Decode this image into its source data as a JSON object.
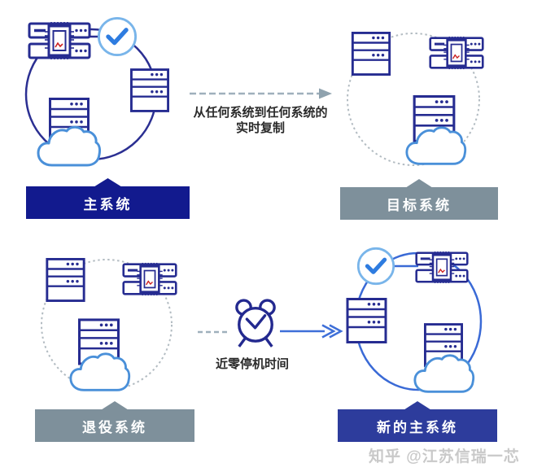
{
  "diagram": {
    "title_hint": "real-time replication and cutover diagram",
    "flow_top": {
      "label_line1": "从任何系统到任何系统的",
      "label_line2": "实时复制",
      "arrow_style": "dashed-gray-right"
    },
    "flow_bottom": {
      "label": "近零停机时间",
      "arrow_style": "dashed-gray then alarm-clock then solid-blue-right"
    },
    "systems": {
      "primary": {
        "label": "主系统",
        "banner": "navy-dark",
        "has_checkmark": true,
        "ring": "solid-navy"
      },
      "target": {
        "label": "目标系统",
        "banner": "gray",
        "has_checkmark": false,
        "ring": "dotted-gray"
      },
      "retired": {
        "label": "退役系统",
        "banner": "gray",
        "has_checkmark": false,
        "ring": "dotted-gray"
      },
      "new_primary": {
        "label": "新的主系统",
        "banner": "navy-mid",
        "has_checkmark": true,
        "ring": "solid-blue"
      }
    },
    "watermark": "知乎 @江苏信瑞一芯",
    "icons": [
      "server-stack-icon",
      "server-cpu-icon",
      "cloud-icon",
      "check-circle-icon",
      "alarm-clock-icon",
      "arrow-right-icon"
    ],
    "colors": {
      "navy_outline": "#262c91",
      "banner_navy_dark": "#121a8e",
      "banner_navy_mid": "#2d3c9c",
      "banner_gray": "#7e909b",
      "check_ring_blue": "#79b5ea",
      "check_mark_blue": "#2e7ce0",
      "cloud_blue": "#4a90d9",
      "ring_blue": "#3a6ad6",
      "dotted_ring_gray": "#b3bcc2",
      "flow_arrow_gray": "#93a5b1",
      "flow_arrow_blue": "#3e6fd8",
      "chip_alert_red": "#cc2222",
      "label_text": "#2b2b2b",
      "banner_text": "#ffffff",
      "watermark_gray": "#c9c9c9"
    }
  }
}
